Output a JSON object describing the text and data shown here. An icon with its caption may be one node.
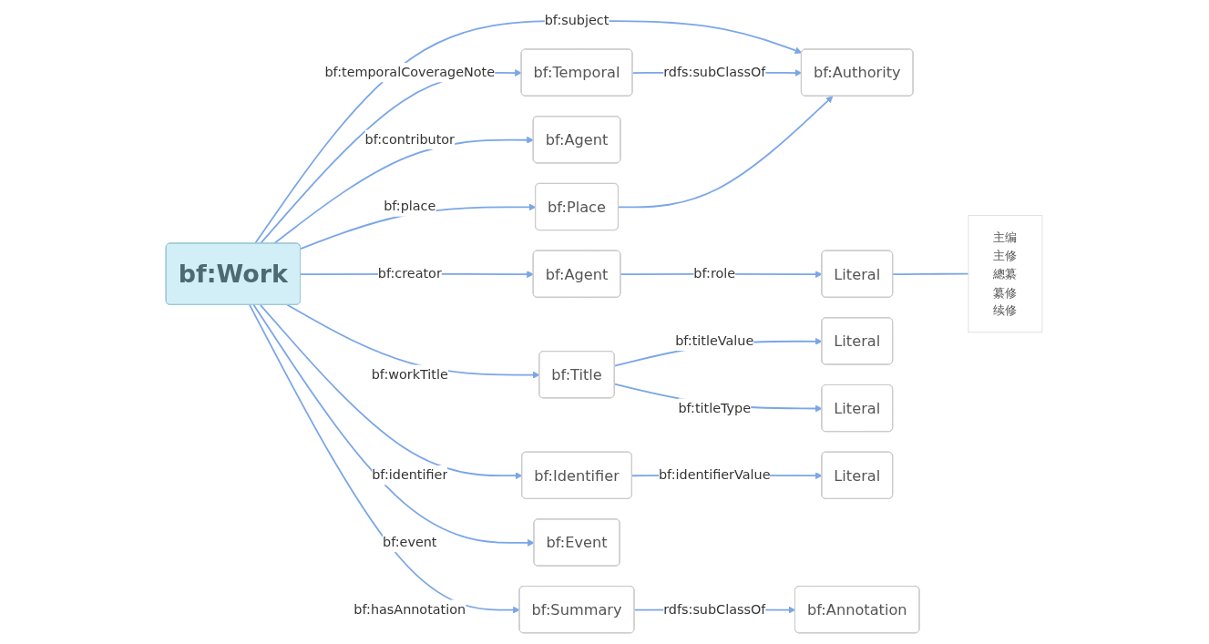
{
  "diagram": {
    "nodes": [
      {
        "text": [
          "bf:Work"
        ]
      },
      {
        "text": [
          "bf:Authority"
        ]
      },
      {
        "text": [
          "bf:Agent"
        ]
      },
      {
        "text": [
          "Literal"
        ]
      },
      {
        "text": [
          "主编",
          "主修",
          "總纂",
          "纂修",
          "续修"
        ]
      },
      {
        "text": [
          "bf:Place"
        ]
      },
      {
        "text": [
          "bf:Agent"
        ]
      },
      {
        "text": [
          "bf:Temporal"
        ]
      },
      {
        "text": [
          "bf:Title"
        ]
      },
      {
        "text": [
          "Literal"
        ]
      },
      {
        "text": [
          "Literal"
        ]
      },
      {
        "text": [
          "bf:Summary"
        ]
      },
      {
        "text": [
          "bf:Identifier"
        ]
      },
      {
        "text": [
          "bf:Event"
        ]
      },
      {
        "text": [
          "Literal"
        ]
      },
      {
        "text": [
          "bf:Annotation"
        ]
      }
    ],
    "edges": [
      {
        "from": 0,
        "to": 1,
        "arrow": "to",
        "label": "bf:subject"
      },
      {
        "from": 0,
        "to": 2,
        "arrow": "to",
        "label": "bf:creator"
      },
      {
        "from": 2,
        "to": 3,
        "arrow": "to",
        "label": "bf:role"
      },
      {
        "from": 3,
        "to": 4,
        "arrow": "none"
      },
      {
        "from": 0,
        "to": 5,
        "arrow": "to",
        "label": "bf:place"
      },
      {
        "from": 0,
        "to": 6,
        "arrow": "to",
        "label": "bf:contributor"
      },
      {
        "from": 7,
        "to": 1,
        "arrow": "to",
        "label": "rdfs:subClassOf"
      },
      {
        "from": 5,
        "to": 1,
        "arrow": "to"
      },
      {
        "from": 0,
        "to": 7,
        "arrow": "to",
        "label": "bf:temporalCoverageNote"
      },
      {
        "from": 0,
        "to": 8,
        "arrow": "to",
        "label": "bf:workTitle"
      },
      {
        "from": 8,
        "to": 9,
        "arrow": "to",
        "label": "bf:titleValue"
      },
      {
        "from": 8,
        "to": 10,
        "arrow": "to",
        "label": "bf:titleType"
      },
      {
        "from": 0,
        "to": 11,
        "arrow": "to",
        "label": "bf:hasAnnotation"
      },
      {
        "from": 0,
        "to": 12,
        "arrow": "to",
        "label": "bf:identifier"
      },
      {
        "from": 0,
        "to": 13,
        "arrow": "to",
        "label": "bf:event"
      },
      {
        "from": 12,
        "to": 14,
        "arrow": "to",
        "label": "bf:identifierValue"
      },
      {
        "from": 11,
        "to": 15,
        "arrow": "to",
        "label": "rdfs:subClassOf"
      }
    ]
  }
}
